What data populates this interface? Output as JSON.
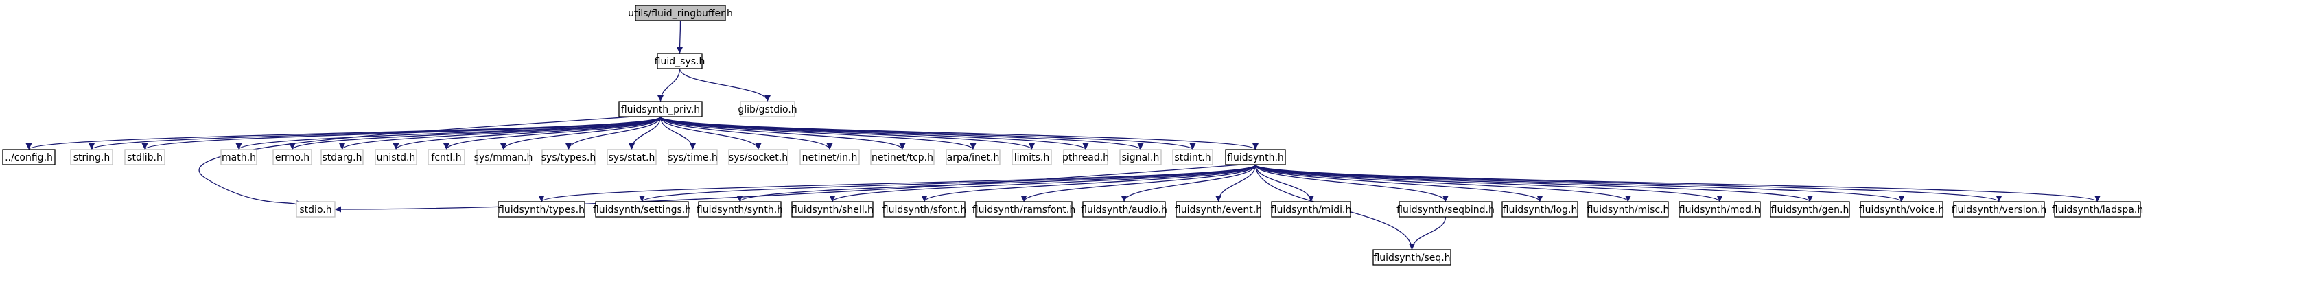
{
  "graph": {
    "kind": "include-dependency-graph",
    "colors": {
      "root_fill": "#bfbfbf",
      "documented_border": "#000000",
      "external_border": "#bfbfbf",
      "edge": "#191970",
      "background": "#ffffff"
    },
    "nodes": [
      {
        "id": "ringbuffer",
        "label": "utils/fluid_ringbuffer.h",
        "kind": "root"
      },
      {
        "id": "fluid_sys",
        "label": "fluid_sys.h",
        "kind": "documented"
      },
      {
        "id": "fluidsynth_priv",
        "label": "fluidsynth_priv.h",
        "kind": "documented"
      },
      {
        "id": "glib_gstdio",
        "label": "glib/gstdio.h",
        "kind": "external"
      },
      {
        "id": "config",
        "label": "../config.h",
        "kind": "documented"
      },
      {
        "id": "string",
        "label": "string.h",
        "kind": "external"
      },
      {
        "id": "stdlib",
        "label": "stdlib.h",
        "kind": "external"
      },
      {
        "id": "stdio",
        "label": "stdio.h",
        "kind": "external"
      },
      {
        "id": "math",
        "label": "math.h",
        "kind": "external"
      },
      {
        "id": "errno",
        "label": "errno.h",
        "kind": "external"
      },
      {
        "id": "stdarg",
        "label": "stdarg.h",
        "kind": "external"
      },
      {
        "id": "unistd",
        "label": "unistd.h",
        "kind": "external"
      },
      {
        "id": "fcntl",
        "label": "fcntl.h",
        "kind": "external"
      },
      {
        "id": "sys_mman",
        "label": "sys/mman.h",
        "kind": "external"
      },
      {
        "id": "sys_types",
        "label": "sys/types.h",
        "kind": "external"
      },
      {
        "id": "sys_stat",
        "label": "sys/stat.h",
        "kind": "external"
      },
      {
        "id": "sys_time",
        "label": "sys/time.h",
        "kind": "external"
      },
      {
        "id": "sys_socket",
        "label": "sys/socket.h",
        "kind": "external"
      },
      {
        "id": "netinet_in",
        "label": "netinet/in.h",
        "kind": "external"
      },
      {
        "id": "netinet_tcp",
        "label": "netinet/tcp.h",
        "kind": "external"
      },
      {
        "id": "arpa_inet",
        "label": "arpa/inet.h",
        "kind": "external"
      },
      {
        "id": "limits",
        "label": "limits.h",
        "kind": "external"
      },
      {
        "id": "pthread",
        "label": "pthread.h",
        "kind": "external"
      },
      {
        "id": "signal",
        "label": "signal.h",
        "kind": "external"
      },
      {
        "id": "stdint",
        "label": "stdint.h",
        "kind": "external"
      },
      {
        "id": "fluidsynth",
        "label": "fluidsynth.h",
        "kind": "documented"
      },
      {
        "id": "fs_types",
        "label": "fluidsynth/types.h",
        "kind": "documented"
      },
      {
        "id": "fs_settings",
        "label": "fluidsynth/settings.h",
        "kind": "documented"
      },
      {
        "id": "fs_synth",
        "label": "fluidsynth/synth.h",
        "kind": "documented"
      },
      {
        "id": "fs_shell",
        "label": "fluidsynth/shell.h",
        "kind": "documented"
      },
      {
        "id": "fs_sfont",
        "label": "fluidsynth/sfont.h",
        "kind": "documented"
      },
      {
        "id": "fs_ramsfont",
        "label": "fluidsynth/ramsfont.h",
        "kind": "documented"
      },
      {
        "id": "fs_audio",
        "label": "fluidsynth/audio.h",
        "kind": "documented"
      },
      {
        "id": "fs_event",
        "label": "fluidsynth/event.h",
        "kind": "documented"
      },
      {
        "id": "fs_midi",
        "label": "fluidsynth/midi.h",
        "kind": "documented"
      },
      {
        "id": "fs_seqbind",
        "label": "fluidsynth/seqbind.h",
        "kind": "documented"
      },
      {
        "id": "fs_log",
        "label": "fluidsynth/log.h",
        "kind": "documented"
      },
      {
        "id": "fs_misc",
        "label": "fluidsynth/misc.h",
        "kind": "documented"
      },
      {
        "id": "fs_mod",
        "label": "fluidsynth/mod.h",
        "kind": "documented"
      },
      {
        "id": "fs_gen",
        "label": "fluidsynth/gen.h",
        "kind": "documented"
      },
      {
        "id": "fs_voice",
        "label": "fluidsynth/voice.h",
        "kind": "documented"
      },
      {
        "id": "fs_version",
        "label": "fluidsynth/version.h",
        "kind": "documented"
      },
      {
        "id": "fs_ladspa",
        "label": "fluidsynth/ladspa.h",
        "kind": "documented"
      },
      {
        "id": "fs_seq",
        "label": "fluidsynth/seq.h",
        "kind": "documented"
      }
    ],
    "edges": [
      [
        "ringbuffer",
        "fluid_sys"
      ],
      [
        "fluid_sys",
        "fluidsynth_priv"
      ],
      [
        "fluid_sys",
        "glib_gstdio"
      ],
      [
        "fluidsynth_priv",
        "config"
      ],
      [
        "fluidsynth_priv",
        "string"
      ],
      [
        "fluidsynth_priv",
        "stdlib"
      ],
      [
        "fluidsynth_priv",
        "stdio"
      ],
      [
        "fluidsynth_priv",
        "math"
      ],
      [
        "fluidsynth_priv",
        "errno"
      ],
      [
        "fluidsynth_priv",
        "stdarg"
      ],
      [
        "fluidsynth_priv",
        "unistd"
      ],
      [
        "fluidsynth_priv",
        "fcntl"
      ],
      [
        "fluidsynth_priv",
        "sys_mman"
      ],
      [
        "fluidsynth_priv",
        "sys_types"
      ],
      [
        "fluidsynth_priv",
        "sys_stat"
      ],
      [
        "fluidsynth_priv",
        "sys_time"
      ],
      [
        "fluidsynth_priv",
        "sys_socket"
      ],
      [
        "fluidsynth_priv",
        "netinet_in"
      ],
      [
        "fluidsynth_priv",
        "netinet_tcp"
      ],
      [
        "fluidsynth_priv",
        "arpa_inet"
      ],
      [
        "fluidsynth_priv",
        "limits"
      ],
      [
        "fluidsynth_priv",
        "pthread"
      ],
      [
        "fluidsynth_priv",
        "signal"
      ],
      [
        "fluidsynth_priv",
        "stdint"
      ],
      [
        "fluidsynth_priv",
        "fluidsynth"
      ],
      [
        "fluidsynth",
        "stdio"
      ],
      [
        "fluidsynth",
        "fs_types"
      ],
      [
        "fluidsynth",
        "fs_settings"
      ],
      [
        "fluidsynth",
        "fs_synth"
      ],
      [
        "fluidsynth",
        "fs_shell"
      ],
      [
        "fluidsynth",
        "fs_sfont"
      ],
      [
        "fluidsynth",
        "fs_ramsfont"
      ],
      [
        "fluidsynth",
        "fs_audio"
      ],
      [
        "fluidsynth",
        "fs_event"
      ],
      [
        "fluidsynth",
        "fs_midi"
      ],
      [
        "fluidsynth",
        "fs_seq"
      ],
      [
        "fluidsynth",
        "fs_seqbind"
      ],
      [
        "fluidsynth",
        "fs_log"
      ],
      [
        "fluidsynth",
        "fs_misc"
      ],
      [
        "fluidsynth",
        "fs_mod"
      ],
      [
        "fluidsynth",
        "fs_gen"
      ],
      [
        "fluidsynth",
        "fs_voice"
      ],
      [
        "fluidsynth",
        "fs_version"
      ],
      [
        "fluidsynth",
        "fs_ladspa"
      ],
      [
        "fs_seqbind",
        "fs_seq"
      ]
    ]
  }
}
